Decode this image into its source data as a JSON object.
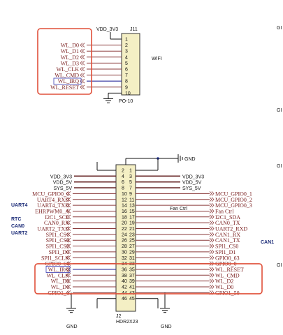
{
  "top": {
    "power_label": "VDD_3V3",
    "ref": "J11",
    "part": "PO-10",
    "side_label": "WIFI",
    "pins": [
      "1",
      "2",
      "3",
      "4",
      "5",
      "6",
      "7",
      "8",
      "9",
      "10"
    ],
    "nets": [
      "",
      "WL_D0",
      "WL_D1",
      "WL_D2",
      "WL_D3",
      "WL_CLK",
      "WL_CMD",
      "WL_IRQ",
      "WL_RESET",
      ""
    ]
  },
  "bottom": {
    "ref": "J2",
    "part": "HDR2X23",
    "gnd_label": "GND",
    "gnd_left": "GND",
    "gnd_right": "GND",
    "fan_label": "Fan Ctrl",
    "section_labels": [
      "UART4",
      "RTC",
      "CAN0",
      "UART2"
    ],
    "right_section": "CAN1",
    "edge_fragments": [
      "GI",
      "GI",
      "GI",
      "GI"
    ],
    "rows": [
      {
        "l": "",
        "lp": "2",
        "rp": "1",
        "r": ""
      },
      {
        "l": "VDD_3V3",
        "lp": "4",
        "rp": "3",
        "r": "VDD_3V3"
      },
      {
        "l": "VDD_5V",
        "lp": "6",
        "rp": "5",
        "r": "VDD_5V"
      },
      {
        "l": "SYS_5V",
        "lp": "8",
        "rp": "7",
        "r": "SYS_5V"
      },
      {
        "l": "MCU_GPIO0_0",
        "lp": "10",
        "rp": "9",
        "r": "MCU_GPIO0_1"
      },
      {
        "l": "UART4_RXD",
        "lp": "12",
        "rp": "11",
        "r": "MCU_GPIO0_2"
      },
      {
        "l": "UART4_TXD",
        "lp": "14",
        "rp": "13",
        "r": "MCU_GPIO0_3"
      },
      {
        "l": "EHRPWM0_A",
        "lp": "16",
        "rp": "15",
        "r": "Fan Ctrl"
      },
      {
        "l": "I2C1_SCL",
        "lp": "18",
        "rp": "17",
        "r": "I2C1_SDA"
      },
      {
        "l": "CAN0_RX",
        "lp": "20",
        "rp": "19",
        "r": "CAN0_TX"
      },
      {
        "l": "UART2_TXD",
        "lp": "22",
        "rp": "21",
        "r": "UART2_RXD"
      },
      {
        "l": "SPI1_CS1",
        "lp": "24",
        "rp": "23",
        "r": "CAN1_RX"
      },
      {
        "l": "SPI1_CS3",
        "lp": "26",
        "rp": "25",
        "r": "CAN1_TX"
      },
      {
        "l": "SPI1_CS2",
        "lp": "28",
        "rp": "27",
        "r": "SPI1_CS0"
      },
      {
        "l": "SPI1_D0",
        "lp": "30",
        "rp": "29",
        "r": "SPI1_D1"
      },
      {
        "l": "SPI1_SCLK",
        "lp": "32",
        "rp": "31",
        "r": "GPIO0_63"
      },
      {
        "l": "GPIO0_64",
        "lp": "34",
        "rp": "33",
        "r": "GPIO0_0"
      },
      {
        "l": "WL_IRQ",
        "lp": "36",
        "rp": "35",
        "r": "WL_RESET"
      },
      {
        "l": "WL_CLK",
        "lp": "38",
        "rp": "37",
        "r": "WL_CMD"
      },
      {
        "l": "WL_D3",
        "lp": "40",
        "rp": "39",
        "r": "WL_D2"
      },
      {
        "l": "WL_D1",
        "lp": "42",
        "rp": "41",
        "r": "WL_D0"
      },
      {
        "l": "GPIO1_1",
        "lp": "44",
        "rp": "43",
        "r": "GPIO1_50"
      },
      {
        "l": "",
        "lp": "46",
        "rp": "45",
        "r": ""
      }
    ]
  },
  "colors": {
    "highlight": "#e0503a",
    "wire": "#8a3a3a",
    "body": "#f4efc4",
    "net_text": "#7a1f1f"
  }
}
